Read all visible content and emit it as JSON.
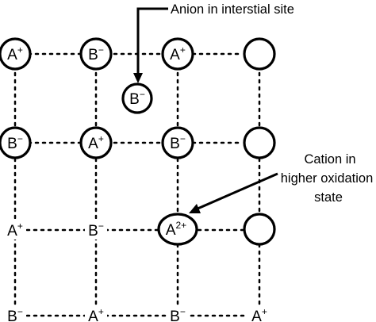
{
  "rows": [
    {
      "ions": [
        {
          "symbol": "A",
          "charge": "+",
          "circled": true
        },
        {
          "symbol": "B",
          "charge": "−",
          "circled": true
        },
        {
          "symbol": "A",
          "charge": "+",
          "circled": true
        },
        {
          "symbol": "",
          "charge": "",
          "circled": true
        }
      ]
    },
    {
      "ions": [
        {
          "symbol": "B",
          "charge": "−",
          "circled": true
        },
        {
          "symbol": "A",
          "charge": "+",
          "circled": true
        },
        {
          "symbol": "B",
          "charge": "−",
          "circled": true
        },
        {
          "symbol": "",
          "charge": "",
          "circled": true
        }
      ]
    },
    {
      "ions": [
        {
          "symbol": "A",
          "charge": "+",
          "circled": false
        },
        {
          "symbol": "B",
          "charge": "−",
          "circled": false
        },
        {
          "symbol": "A",
          "charge": "2+",
          "circled": true
        },
        {
          "symbol": "",
          "charge": "",
          "circled": true
        }
      ]
    },
    {
      "ions": [
        {
          "symbol": "B",
          "charge": "−",
          "circled": false
        },
        {
          "symbol": "A",
          "charge": "+",
          "circled": false
        },
        {
          "symbol": "B",
          "charge": "−",
          "circled": false
        },
        {
          "symbol": "A",
          "charge": "+",
          "circled": false
        }
      ]
    }
  ],
  "interstitial": {
    "symbol": "B",
    "charge": "−"
  },
  "annotations": {
    "anion_label": "Anion in interstial site",
    "cation_label_lines": [
      "Cation in",
      "higher oxidation",
      "state"
    ]
  }
}
